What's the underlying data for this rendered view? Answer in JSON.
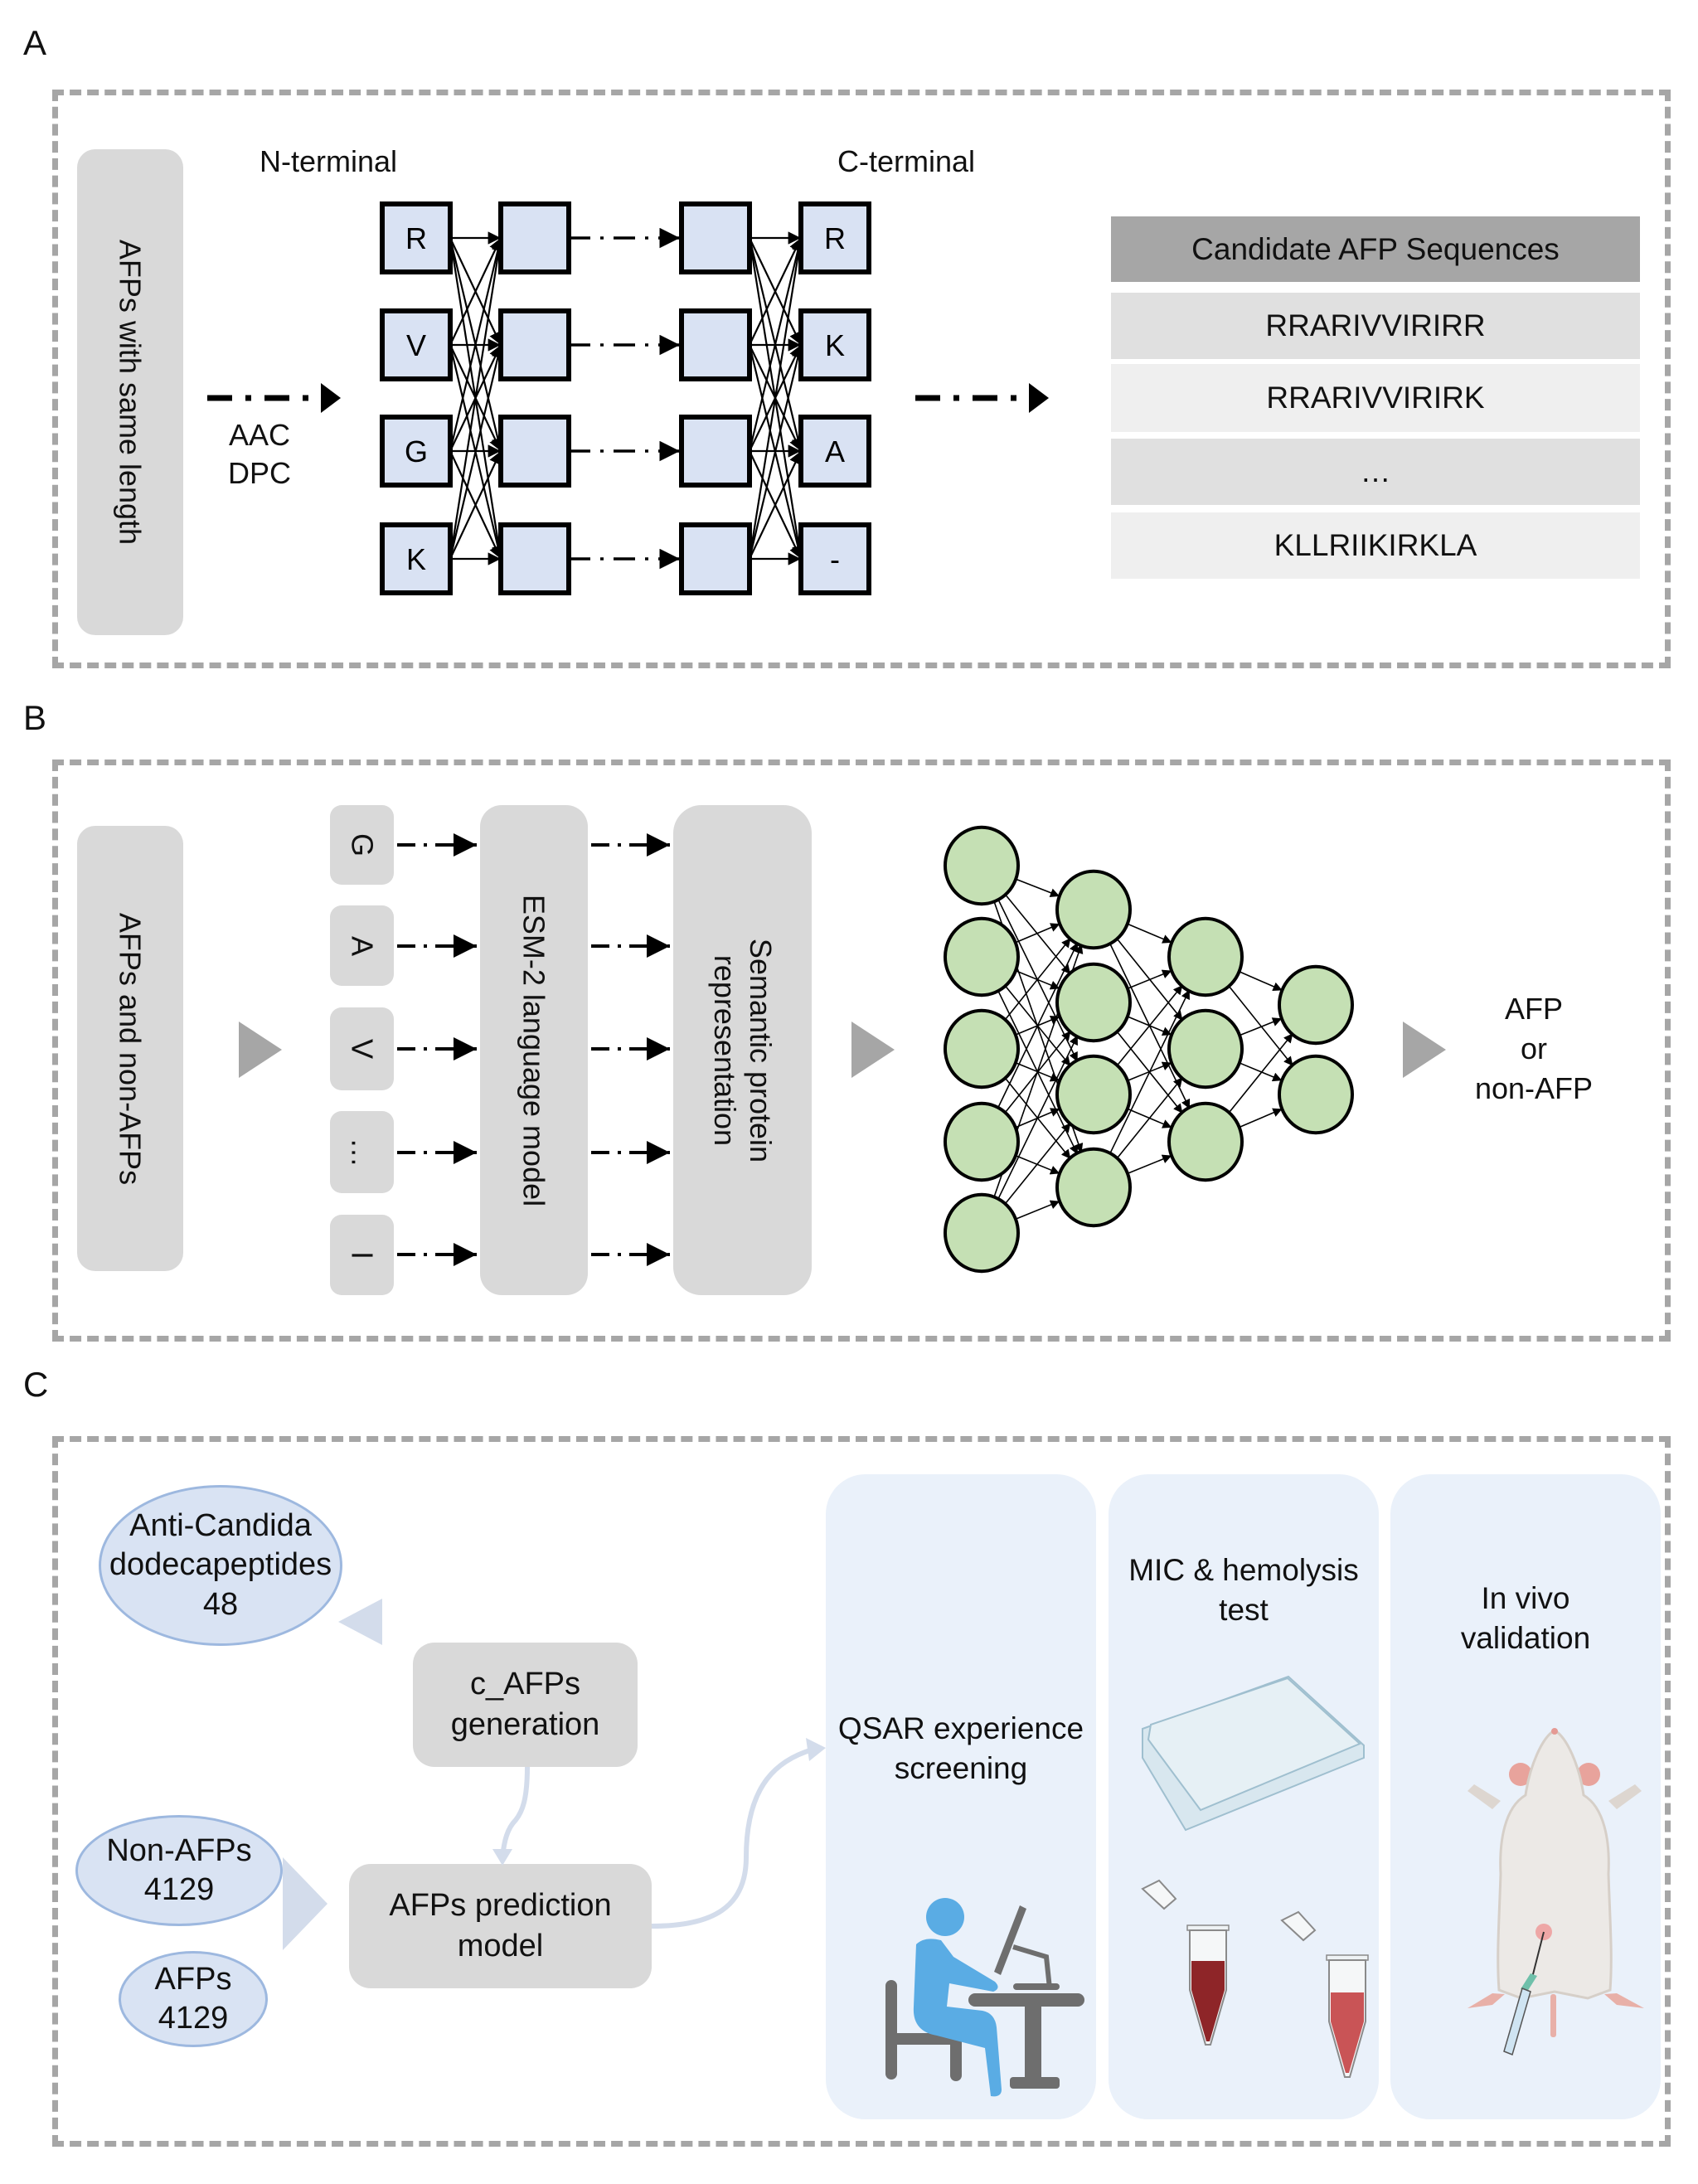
{
  "panels": {
    "a": {
      "label": "A",
      "input_box": "AFPs with same length",
      "n_terminal": "N-terminal",
      "c_terminal": "C-terminal",
      "features": [
        "AAC",
        "DPC"
      ],
      "input_residues": [
        "R",
        "V",
        "G",
        "K"
      ],
      "output_residues": [
        "R",
        "K",
        "A",
        "-"
      ],
      "table": {
        "header": "Candidate AFP Sequences",
        "rows": [
          "RRARIVVIRIRR",
          "RRARIVVIRIRK",
          "…",
          "KLLRIIKIRKLA"
        ]
      }
    },
    "b": {
      "label": "B",
      "input_box": "AFPs and non-AFPs",
      "tokens": [
        "G",
        "A",
        "V",
        "…",
        "I"
      ],
      "model_box": "ESM-2 language model",
      "representation_box": "Semantic protein representation",
      "representation_lines": [
        "Semantic protein",
        "representation"
      ],
      "network_layers": [
        5,
        4,
        3,
        2
      ],
      "output_lines": [
        "AFP",
        "or",
        "non-AFP"
      ]
    },
    "c": {
      "label": "C",
      "anti_candida": [
        "Anti-Candida",
        "dodecapeptides",
        "48"
      ],
      "non_afps": [
        "Non-AFPs",
        "4129"
      ],
      "afps": [
        "AFPs",
        "4129"
      ],
      "generation_box": [
        "c_AFPs",
        "generation"
      ],
      "prediction_box": [
        "AFPs prediction",
        "model"
      ],
      "cards": [
        {
          "title": [
            "QSAR experience",
            "screening"
          ],
          "icon": "person-at-computer-icon"
        },
        {
          "title": [
            "MIC & hemolysis",
            "test"
          ],
          "icon": "well-plate-and-tubes-icon"
        },
        {
          "title": [
            "In vivo",
            "validation"
          ],
          "icon": "mouse-injection-icon"
        }
      ]
    }
  },
  "colors": {
    "node_fill": "#d9e2f3",
    "nn_node_fill": "#c5e0b4",
    "box_grey": "#d9d9d9",
    "header_grey": "#a6a6a6",
    "card_bg": "#eaf1fa",
    "ellipse_fill": "#d9e3f3",
    "person_blue": "#5aace4",
    "furniture_grey": "#6e6e6e",
    "blood_dark": "#8e2528",
    "blood_light": "#c95456"
  }
}
